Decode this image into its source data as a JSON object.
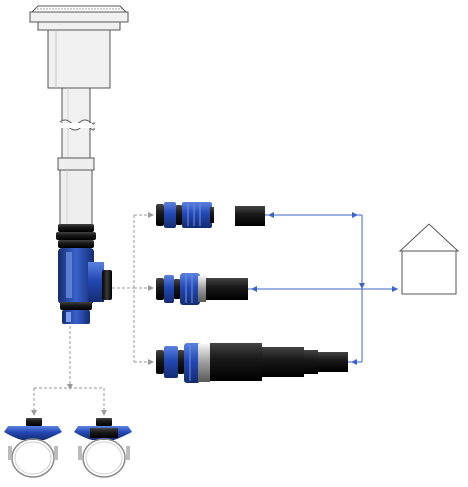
{
  "colors": {
    "blue": "#2348b4",
    "blue_dark": "#162f7a",
    "blue_light": "#4f77dc",
    "black": "#161616",
    "grey_line": "#9a9a9a",
    "pipe_grey": "#e9e9e9",
    "outline": "#555555",
    "connector_blue": "#3a64c6"
  },
  "components": {
    "ground_box": "surface-box",
    "riser": "riser-pipe",
    "tee": "tee-fitting",
    "fittings": [
      "compression-fitting-small",
      "compression-fitting-medium",
      "compression-fitting-large"
    ],
    "saddles": [
      "tapping-saddle-left",
      "tapping-saddle-right"
    ],
    "house": "house-icon"
  }
}
